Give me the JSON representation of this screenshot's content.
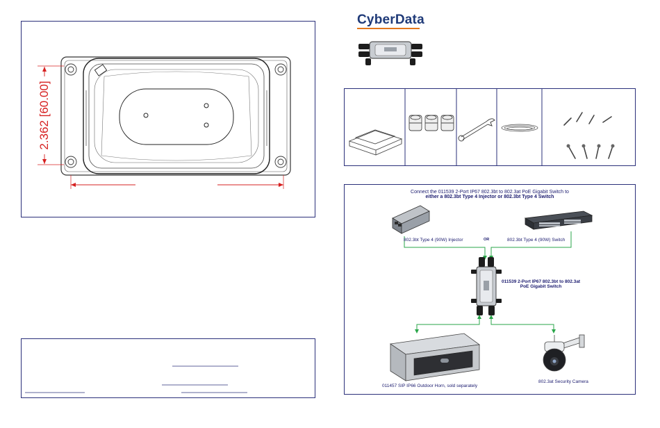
{
  "brand": {
    "name": "CyberData",
    "accent": "#e2761b",
    "primary": "#1f3a78"
  },
  "drawing": {
    "dimension_label": "2.362 [60.00]",
    "dimension_color": "#d62020"
  },
  "diagram": {
    "title_line1": "Connect the 011539 2-Port IP67 802.3bt to 802.3at PoE Gigabit Switch to",
    "title_line2": "either a 802.3bt Type 4 Injector or 802.3bt Type 4 Switch",
    "injector_label": "802.3bt Type 4 (90W) Injector",
    "or_label": "OR",
    "switch_label": "802.3bt Type 4 (90W) Switch",
    "device_label_line1": "011539 2-Port IP67 802.3bt to 802.3at",
    "device_label_line2": "PoE Gigabit Switch",
    "horn_label": "011457 SIP IP66 Outdoor Horn, sold separately",
    "camera_label": "802.3at Security Camera",
    "line_color": "#2aa64a"
  },
  "parts": [
    "enclosure-icon",
    "cable-gland-icon",
    "wrench-icon",
    "cable-tie-icon",
    "screw-anchor-icon"
  ]
}
